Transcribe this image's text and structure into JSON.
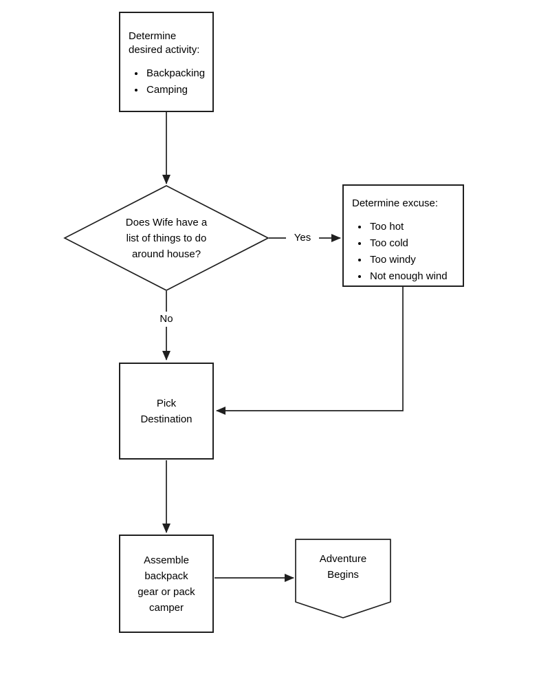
{
  "diagram": {
    "background": "#ffffff",
    "stroke_color": "#1f1f1f",
    "text_color": "#000000",
    "nodes": {
      "activity": {
        "heading": "Determine desired activity:",
        "bullets": [
          "Backpacking",
          "Camping"
        ]
      },
      "decision": {
        "text": "Does Wife have a list of things to do around house?",
        "lines": [
          "Does Wife have a",
          "list of things to do",
          "around house?"
        ]
      },
      "excuse": {
        "heading": "Determine excuse:",
        "bullets": [
          "Too hot",
          "Too cold",
          "Too windy",
          "Not enough wind"
        ]
      },
      "destination": {
        "text": "Pick Destination",
        "lines": [
          "Pick",
          "Destination"
        ]
      },
      "assemble": {
        "text": "Assemble backpack gear or pack camper",
        "lines": [
          "Assemble",
          "backpack",
          "gear or pack",
          "camper"
        ]
      },
      "adventure": {
        "text": "Adventure Begins",
        "lines": [
          "Adventure",
          "Begins"
        ]
      }
    },
    "edge_labels": {
      "yes": "Yes",
      "no": "No"
    }
  }
}
